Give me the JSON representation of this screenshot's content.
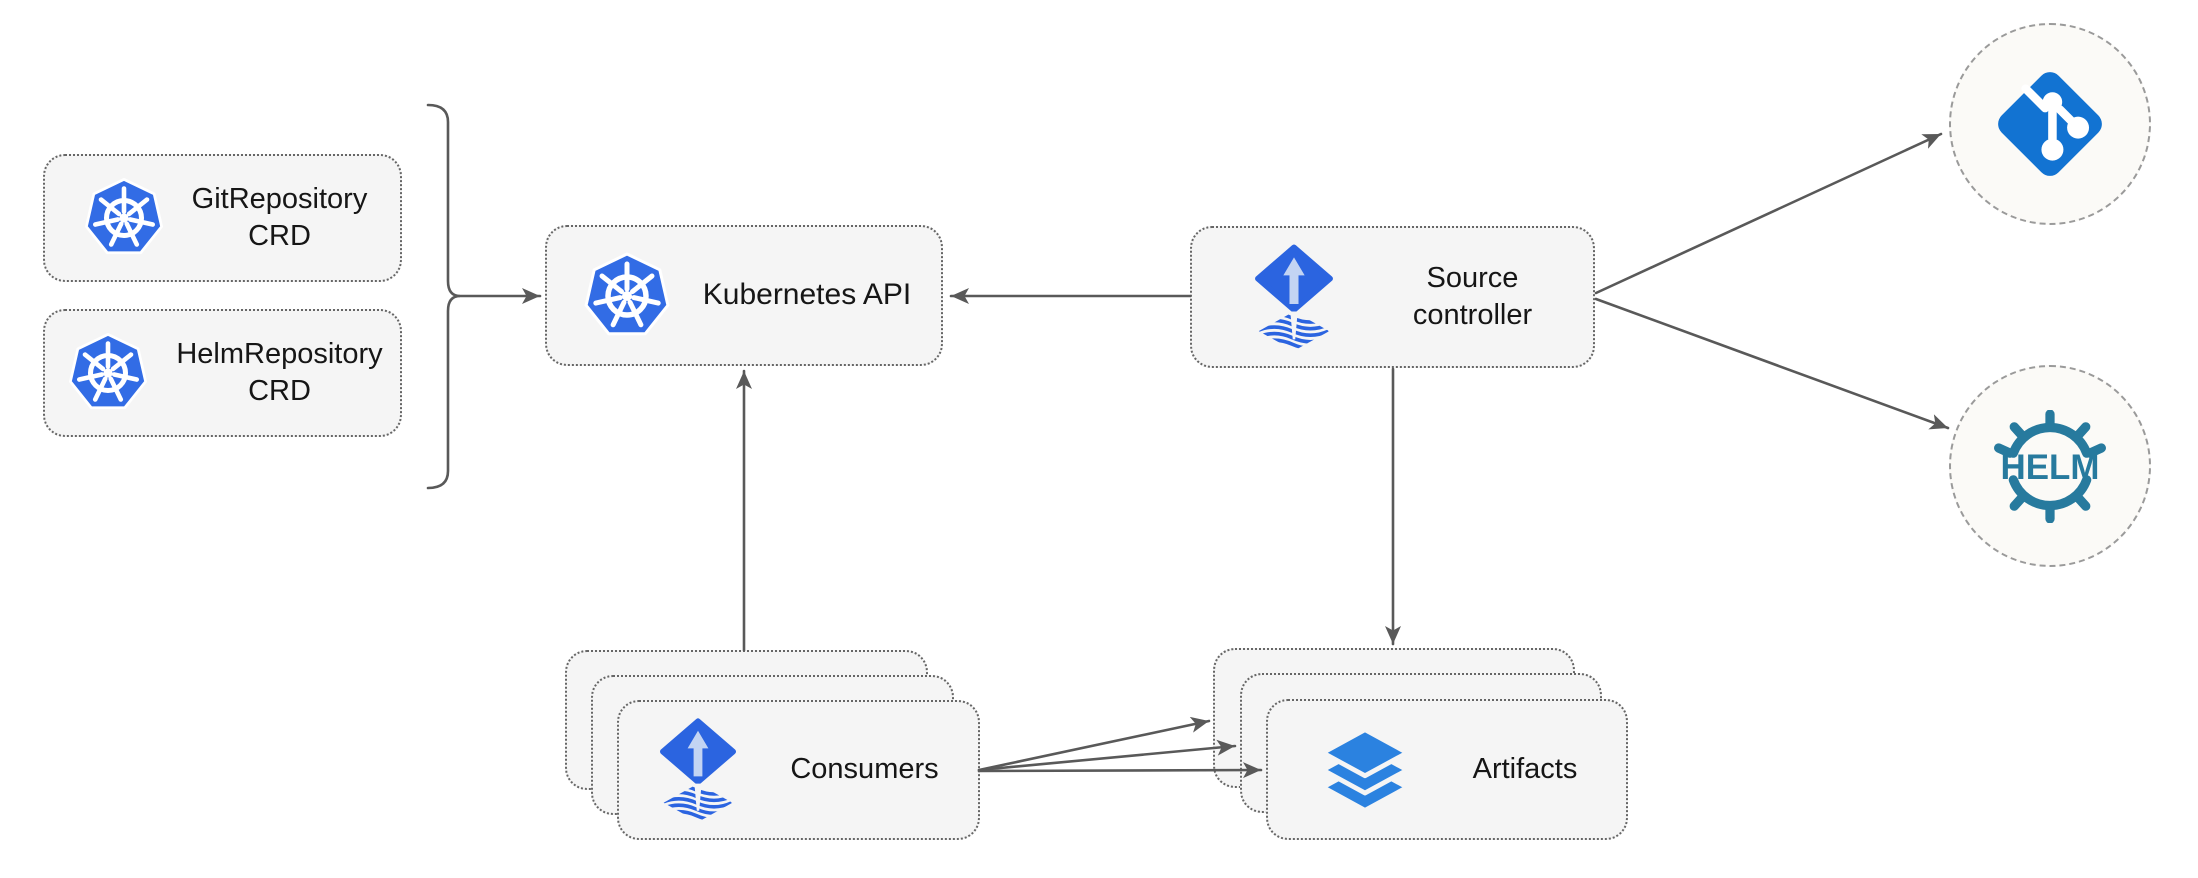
{
  "diagram": {
    "nodes": {
      "git_repository_crd": {
        "label": "GitRepository",
        "label2": "CRD",
        "icon": "kubernetes-icon"
      },
      "helm_repository_crd": {
        "label": "HelmRepository",
        "label2": "CRD",
        "icon": "kubernetes-icon"
      },
      "kubernetes_api": {
        "label": "Kubernetes API",
        "icon": "kubernetes-icon"
      },
      "source_controller": {
        "label": "Source",
        "label2": "controller",
        "icon": "flux-icon"
      },
      "consumers": {
        "label": "Consumers",
        "icon": "flux-icon",
        "stack_count": 3
      },
      "artifacts": {
        "label": "Artifacts",
        "icon": "layers-icon",
        "stack_count": 3
      },
      "git_endpoint": {
        "icon": "git-icon"
      },
      "helm_endpoint": {
        "label": "HELM",
        "icon": "helm-icon"
      }
    },
    "edges": [
      {
        "from": "crd_group_bracket",
        "to": "kubernetes_api",
        "arrow": "end"
      },
      {
        "from": "source_controller",
        "to": "kubernetes_api",
        "arrow": "end"
      },
      {
        "from": "consumers",
        "to": "kubernetes_api",
        "arrow": "end"
      },
      {
        "from": "source_controller",
        "to": "artifacts",
        "arrow": "end"
      },
      {
        "from": "source_controller",
        "to": "git_endpoint",
        "arrow": "end"
      },
      {
        "from": "source_controller",
        "to": "helm_endpoint",
        "arrow": "end"
      },
      {
        "from": "consumers",
        "to": "artifacts",
        "arrow": "end",
        "count": 3
      }
    ],
    "colors": {
      "kubernetes_blue": "#326ce5",
      "flux_blue": "#2b64e0",
      "flux_arrow_light": "#c3d4f3",
      "git_blue": "#1273d2",
      "layers_blue": "#2b82e0",
      "helm_teal": "#277a9e",
      "arrow_gray": "#595959",
      "node_fill": "#f5f5f5",
      "circle_fill": "#fbfaf7"
    }
  }
}
